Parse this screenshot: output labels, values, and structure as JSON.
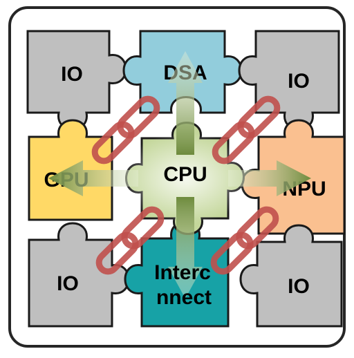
{
  "diagram": {
    "pieces": {
      "io_top_left": {
        "label": "IO",
        "color": "#BFBFBF"
      },
      "dsa": {
        "label": "DSA",
        "color": "#92CDDC"
      },
      "io_top_right": {
        "label": "IO",
        "color": "#BFBFBF"
      },
      "gpu": {
        "label": "GPU",
        "color": "#FFD966"
      },
      "cpu": {
        "label": "CPU",
        "color": "#C4D79B"
      },
      "npu": {
        "label": "NPU",
        "color": "#FAC090"
      },
      "io_bottom_left": {
        "label": "IO",
        "color": "#BFBFBF"
      },
      "interconnect": {
        "label_line1": "Interc",
        "label_line2": "nnect",
        "color": "#17A2A6"
      },
      "io_bottom_right": {
        "label": "IO",
        "color": "#BFBFBF"
      }
    },
    "connector_color": "#C0504D",
    "arrow_color": "#76933C",
    "frame_color": "#262626"
  }
}
